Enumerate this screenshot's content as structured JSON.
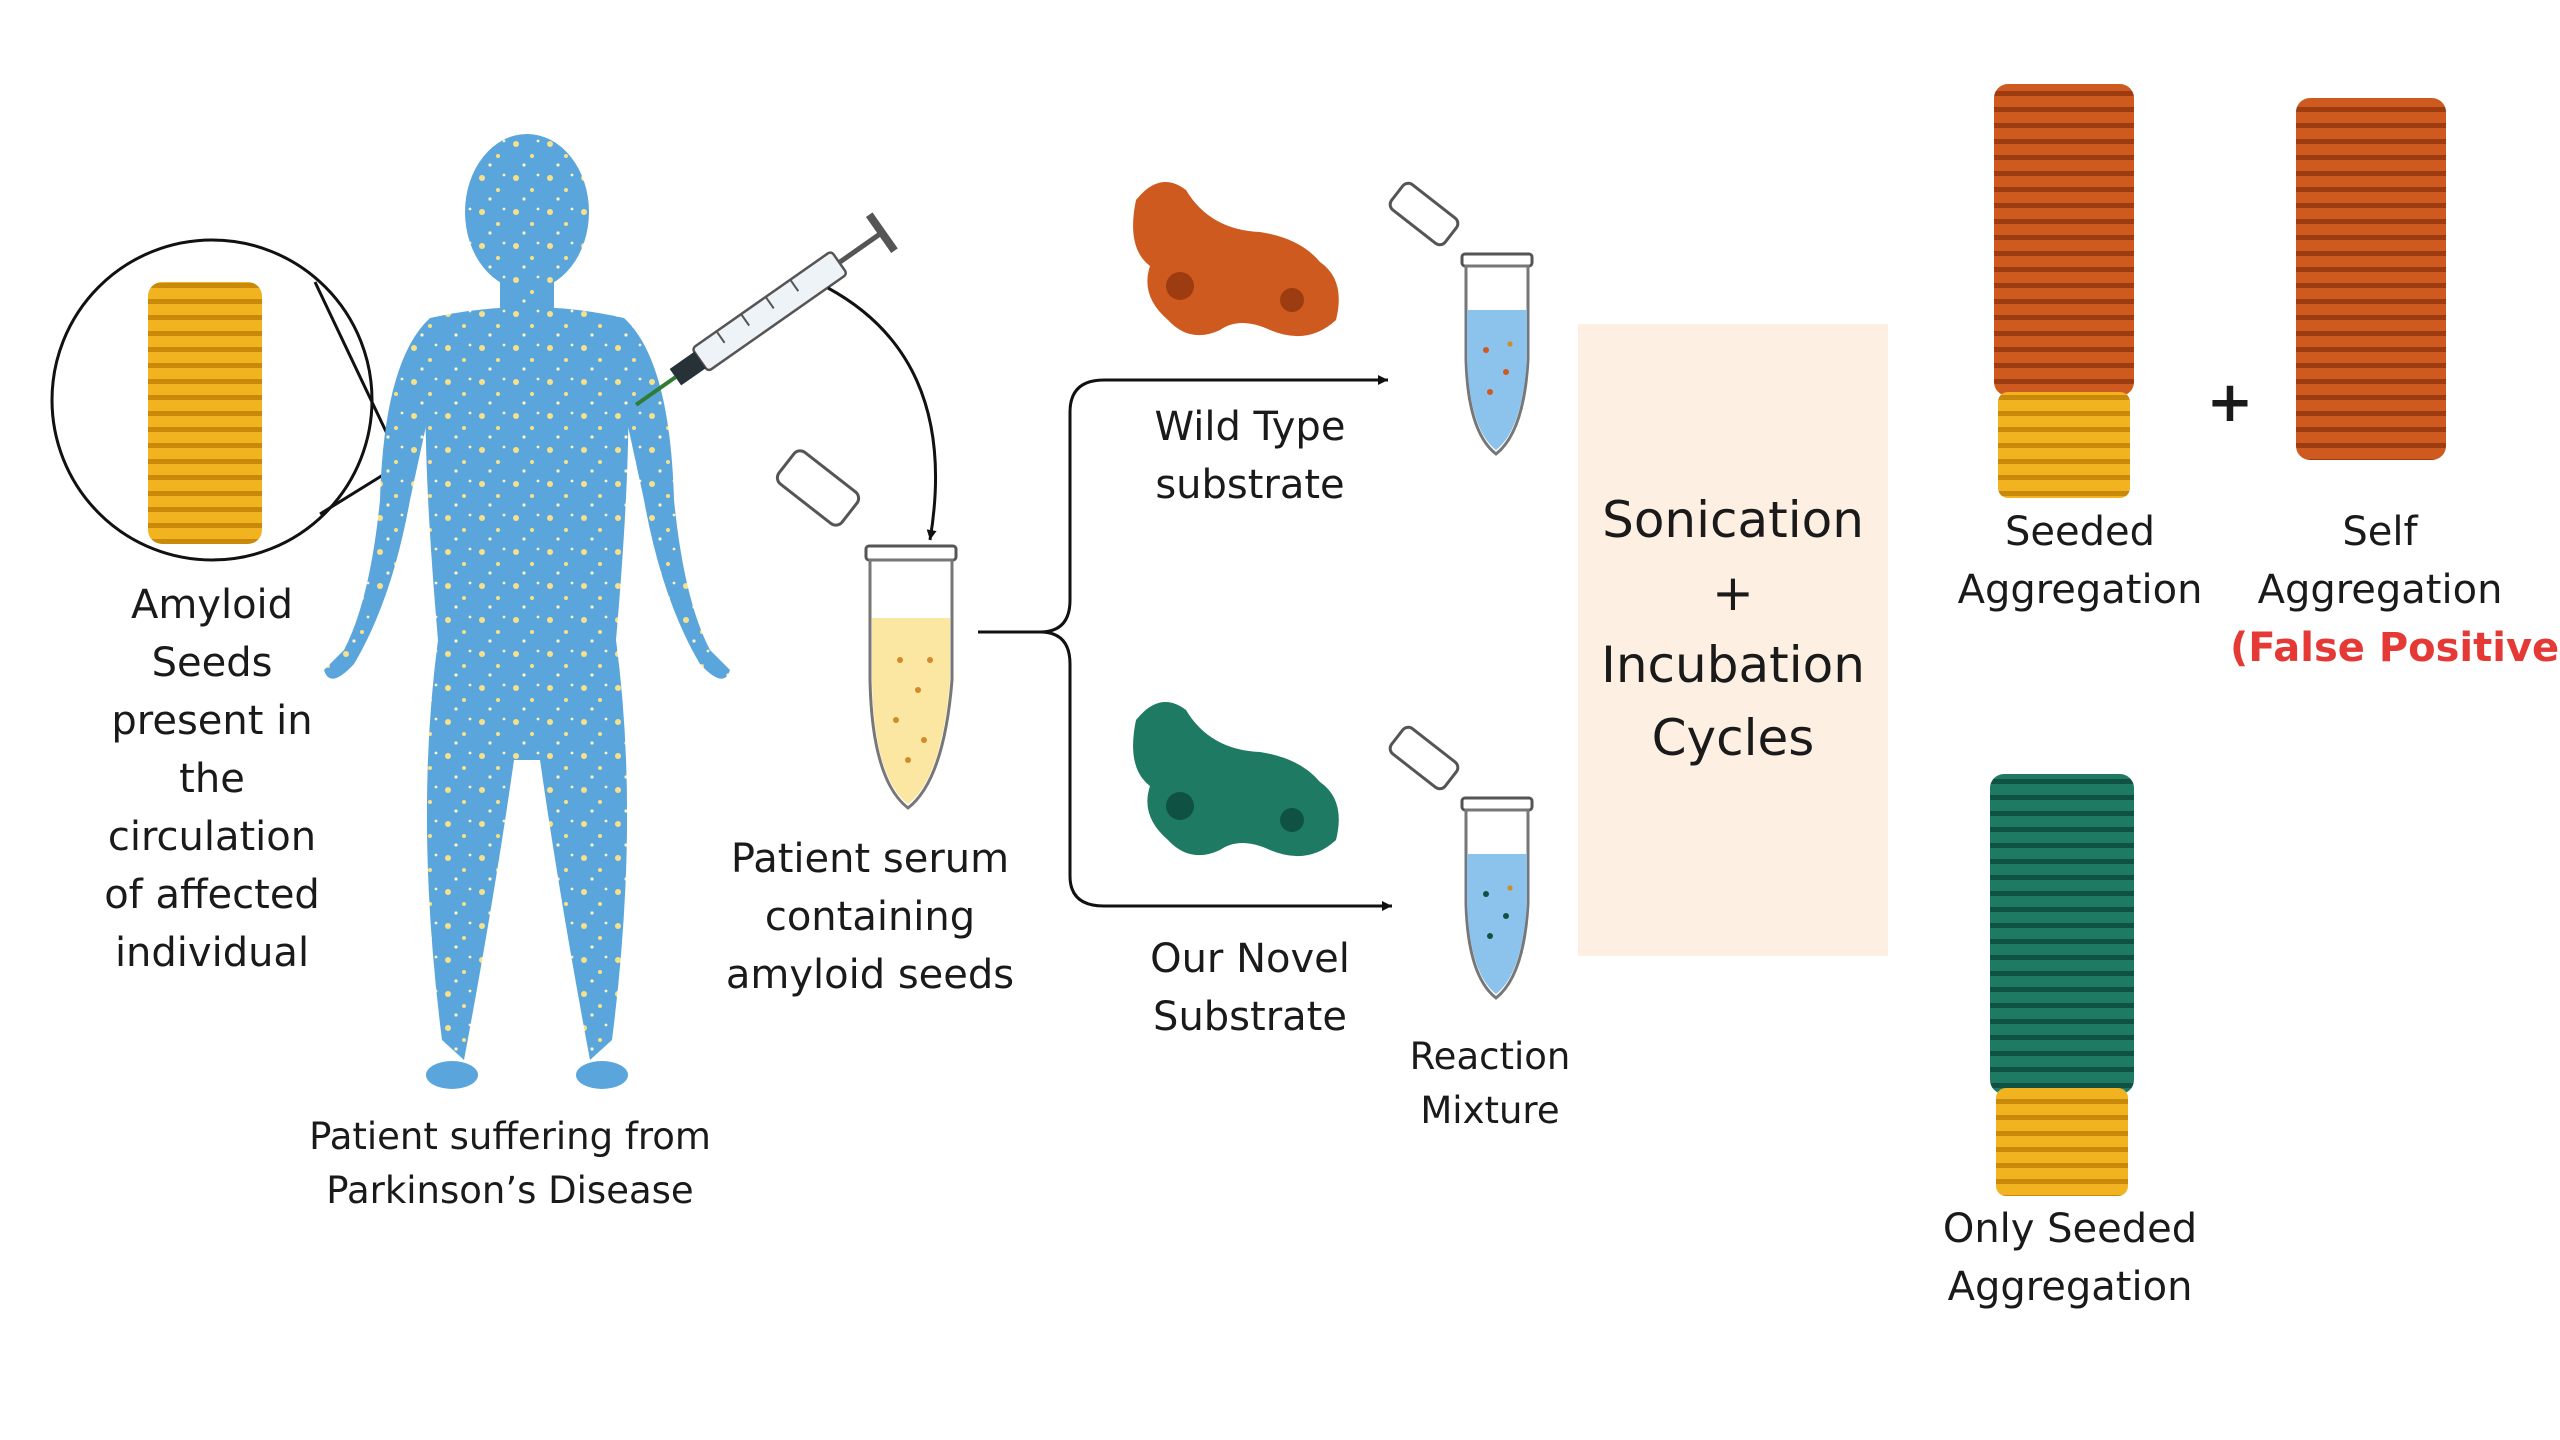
{
  "labels": {
    "seeds": [
      "Amyloid",
      "Seeds",
      "present in",
      "the",
      "circulation",
      "of affected",
      "individual"
    ],
    "patient": [
      "Patient suffering from",
      "Parkinson’s Disease"
    ],
    "serum": [
      "Patient serum",
      "containing",
      "amyloid seeds"
    ],
    "wild_type": [
      "Wild Type",
      "substrate"
    ],
    "novel": [
      "Our Novel",
      "Substrate"
    ],
    "reaction": [
      "Reaction",
      "Mixture"
    ],
    "process": [
      "Sonication",
      "+",
      "Incubation",
      "Cycles"
    ],
    "seeded": [
      "Seeded",
      "Aggregation"
    ],
    "self": [
      "Self",
      "Aggregation"
    ],
    "false_positive": "(False Positive)",
    "plus": "+",
    "only_seeded": [
      "Only Seeded",
      "Aggregation"
    ]
  },
  "colors": {
    "body": "#5aa6dc",
    "seed_gold": "#f2b321",
    "seed_gold_dark": "#c98a0c",
    "wild_orange": "#cf5a20",
    "wild_orange_dark": "#9c3c10",
    "novel_teal": "#1e7a62",
    "novel_teal_dark": "#0f5142",
    "serum_yellow": "#fbe6a2",
    "tube_blue": "#8cc3ec",
    "box_bg": "#fdf0e3",
    "false_positive": "#e53935"
  }
}
